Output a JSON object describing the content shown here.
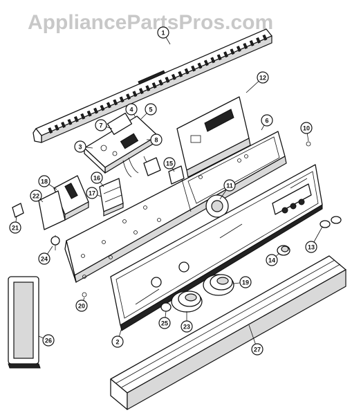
{
  "watermark": "AppliancePartsPros.com",
  "callouts": [
    {
      "id": "1",
      "label": "1"
    },
    {
      "id": "2",
      "label": "2"
    },
    {
      "id": "3",
      "label": "3"
    },
    {
      "id": "4",
      "label": "4"
    },
    {
      "id": "5",
      "label": "5"
    },
    {
      "id": "6",
      "label": "6"
    },
    {
      "id": "7",
      "label": "7"
    },
    {
      "id": "8",
      "label": "8"
    },
    {
      "id": "10",
      "label": "10"
    },
    {
      "id": "11",
      "label": "11"
    },
    {
      "id": "12",
      "label": "12"
    },
    {
      "id": "13",
      "label": "13"
    },
    {
      "id": "14",
      "label": "14"
    },
    {
      "id": "15",
      "label": "15"
    },
    {
      "id": "16",
      "label": "16"
    },
    {
      "id": "17",
      "label": "17"
    },
    {
      "id": "18",
      "label": "18"
    },
    {
      "id": "19",
      "label": "19"
    },
    {
      "id": "20",
      "label": "20"
    },
    {
      "id": "21",
      "label": "21"
    },
    {
      "id": "22",
      "label": "22"
    },
    {
      "id": "23",
      "label": "23"
    },
    {
      "id": "24",
      "label": "24"
    },
    {
      "id": "25",
      "label": "25"
    },
    {
      "id": "26",
      "label": "26"
    },
    {
      "id": "27",
      "label": "27"
    }
  ]
}
